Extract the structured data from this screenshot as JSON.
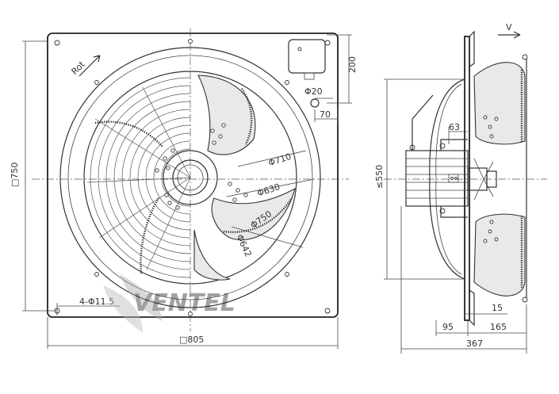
{
  "labels": {
    "rot": "Rot",
    "d710": "Φ710",
    "d630": "Φ630",
    "d750": "Φ750",
    "d642": "Φ642",
    "d20": "Φ20",
    "d11_5": "4-Φ11.5",
    "side750": "□750",
    "side805": "□805",
    "h200": "200",
    "w70": "70",
    "h550": "≤550",
    "w63": "63",
    "w15": "15",
    "w95": "95",
    "w165": "165",
    "w367": "367",
    "airflow": "V"
  },
  "watermark": "VENTEL",
  "colors": {
    "line": "#333333",
    "watermark": "#5a8fd6"
  }
}
